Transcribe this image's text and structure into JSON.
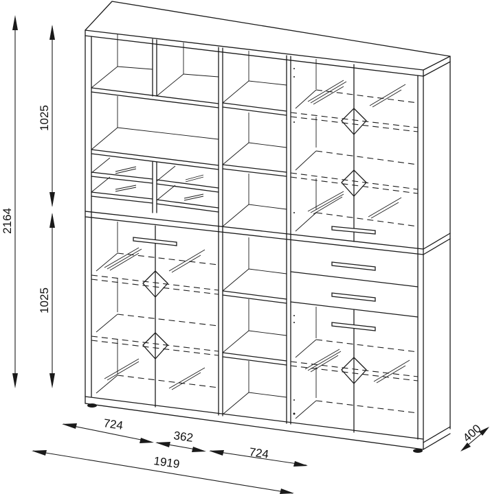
{
  "drawing": {
    "subject": "Wall unit / shelving combination with glass doors and drawers",
    "line_color": "#1a1a1a",
    "background": "#ffffff",
    "units": "mm"
  },
  "dimensions": {
    "total_height": "2164",
    "upper_height": "1025",
    "lower_height": "1025",
    "left_width": "724",
    "middle_width": "362",
    "right_width": "724",
    "total_width": "1919",
    "depth": "400"
  },
  "modules": [
    {
      "position": "upper-left",
      "type": "open shelves with small glass drawer fronts"
    },
    {
      "position": "upper-middle",
      "type": "open shelves"
    },
    {
      "position": "upper-right",
      "type": "glass double door with handle"
    },
    {
      "position": "lower-left",
      "type": "glass double door with handle"
    },
    {
      "position": "lower-middle",
      "type": "open shelves"
    },
    {
      "position": "lower-right",
      "type": "two drawers above glass double door"
    }
  ]
}
